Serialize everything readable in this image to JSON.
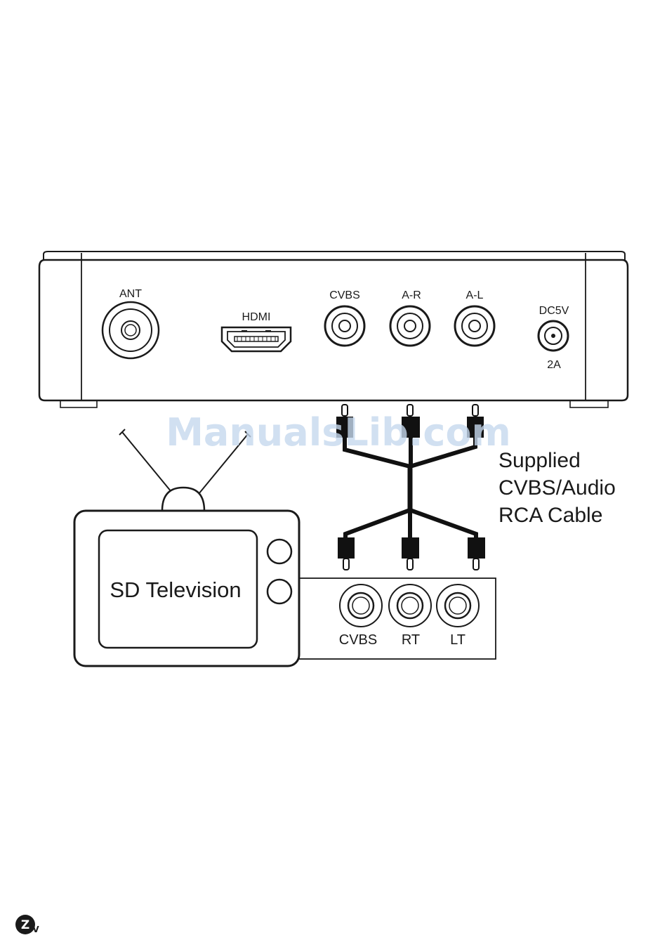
{
  "receiver": {
    "ports": {
      "ant": "ANT",
      "hdmi": "HDMI",
      "cvbs": "CVBS",
      "audio_right": "A-R",
      "audio_left": "A-L",
      "dc_voltage": "DC5V",
      "dc_current": "2A"
    }
  },
  "cable": {
    "caption_line1": "Supplied",
    "caption_line2": "CVBS/Audio",
    "caption_line3": "RCA Cable"
  },
  "television": {
    "title": "SD Television",
    "ports": {
      "cvbs": "CVBS",
      "right": "RT",
      "left": "LT"
    }
  },
  "watermark": "ManualsLib.com",
  "logo": {
    "letter": "Z",
    "sub": "V"
  }
}
